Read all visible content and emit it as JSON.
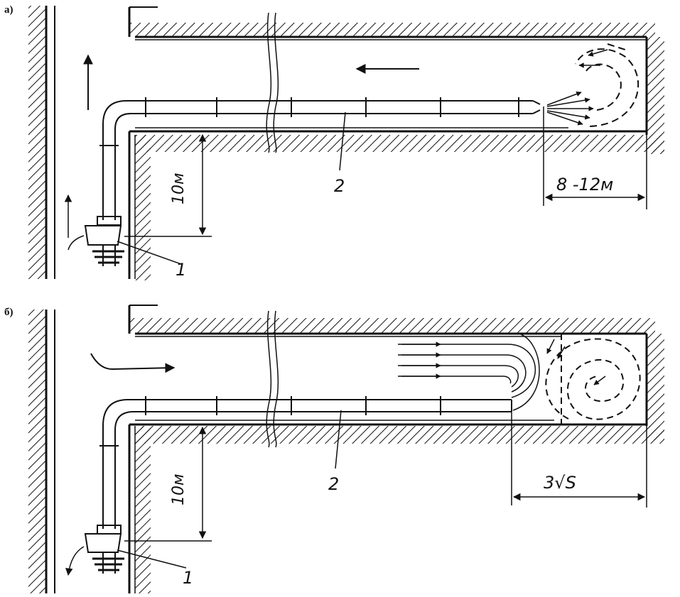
{
  "panels": [
    {
      "label": "а)",
      "dimension_depth": "10м",
      "dimension_outlet": "8 -12м",
      "callout_fan": "1",
      "callout_duct": "2"
    },
    {
      "label": "б)",
      "dimension_depth": "10м",
      "dimension_outlet": "3√S",
      "callout_fan": "1",
      "callout_duct": "2"
    }
  ],
  "colors": {
    "ink": "#111111",
    "paper": "#ffffff"
  }
}
